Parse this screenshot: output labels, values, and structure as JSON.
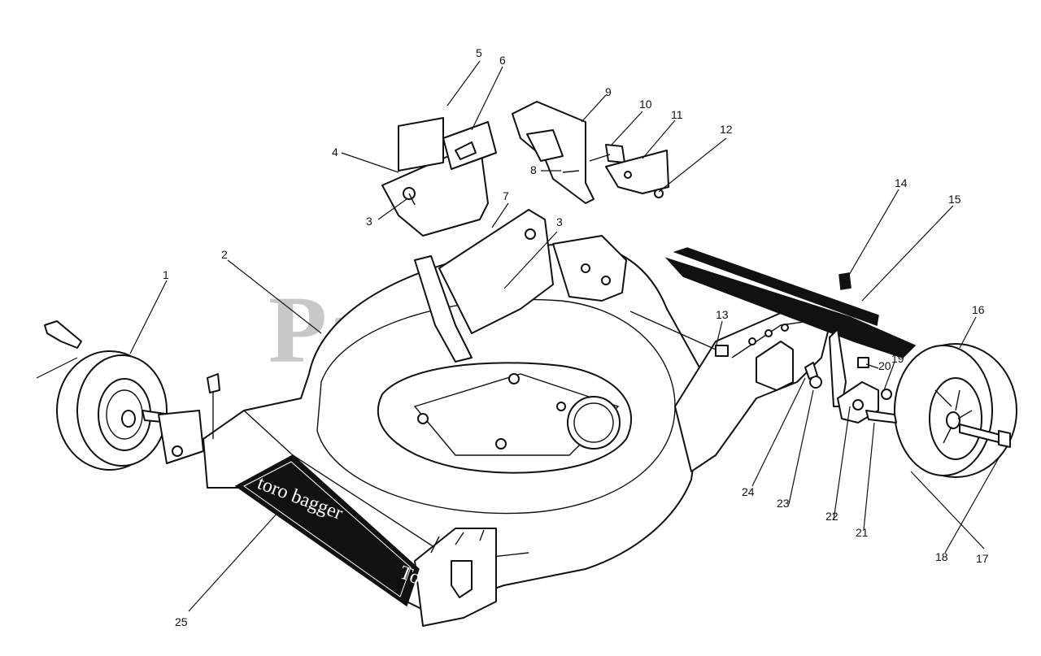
{
  "watermark": "PartsTree",
  "deck_decal": "toro bagger",
  "deck_decal_brand": "To",
  "callouts": [
    "1",
    "2",
    "3",
    "3",
    "4",
    "5",
    "6",
    "7",
    "8",
    "9",
    "10",
    "11",
    "12",
    "13",
    "14",
    "15",
    "16",
    "17",
    "18",
    "19",
    "20",
    "21",
    "22",
    "23",
    "24",
    "25"
  ]
}
